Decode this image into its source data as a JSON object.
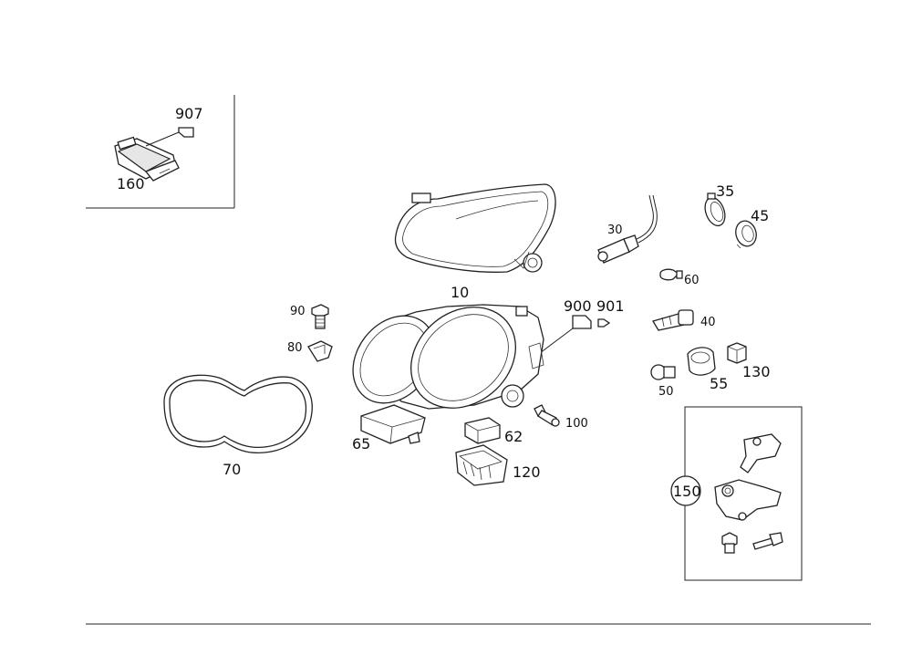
{
  "labels": {
    "p907": "907",
    "p160": "160",
    "p10": "10",
    "p30": "30",
    "p35": "35",
    "p45": "45",
    "p60": "60",
    "p90": "90",
    "p80": "80",
    "p900": "900",
    "p901": "901",
    "p40": "40",
    "p130": "130",
    "p50": "50",
    "p55": "55",
    "p100": "100",
    "p62": "62",
    "p65": "65",
    "p120": "120",
    "p70": "70",
    "p150": "150"
  },
  "colors": {
    "line": "#222222",
    "background": "#ffffff"
  }
}
